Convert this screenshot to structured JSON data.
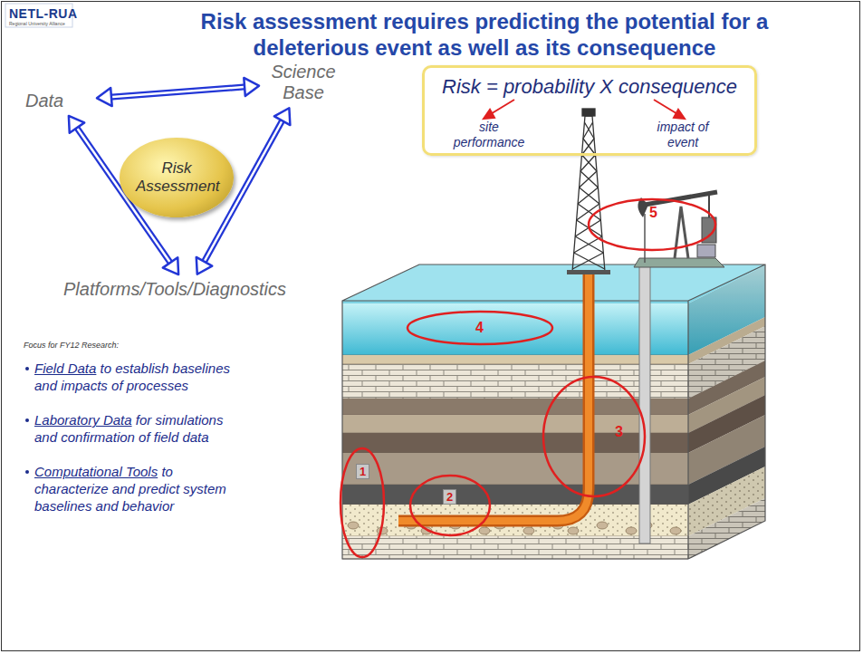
{
  "diagram": {
    "title": "Risk assessment requires predicting the potential for a deleterious event as well as its consequence",
    "nodes": [
      {
        "text": [
          "Data"
        ]
      },
      {
        "text": [
          "Science Base"
        ]
      },
      {
        "text": [
          "Risk Assessment"
        ]
      },
      {
        "text": [
          "Platforms/Tools/Diagnostics"
        ]
      },
      {
        "text": [
          "Risk = probability X consequence"
        ]
      }
    ],
    "edges": [
      {
        "from": 0,
        "to": 1,
        "arrow": "both"
      },
      {
        "from": 0,
        "to": 3,
        "arrow": "both"
      },
      {
        "from": 1,
        "to": 3,
        "arrow": "both"
      }
    ],
    "labels": [
      "NETL-RUA",
      "Regional University Alliance",
      "site performance",
      "impact of event",
      "Focus for FY12 Research:",
      "Field Data",
      "to establish baselines and impacts of processes",
      "Laboratory Data",
      "for simulations and confirmation of field data",
      "Computational Tools",
      "to characterize and predict system baselines and behavior",
      "1",
      "2",
      "3",
      "4",
      "5"
    ]
  }
}
